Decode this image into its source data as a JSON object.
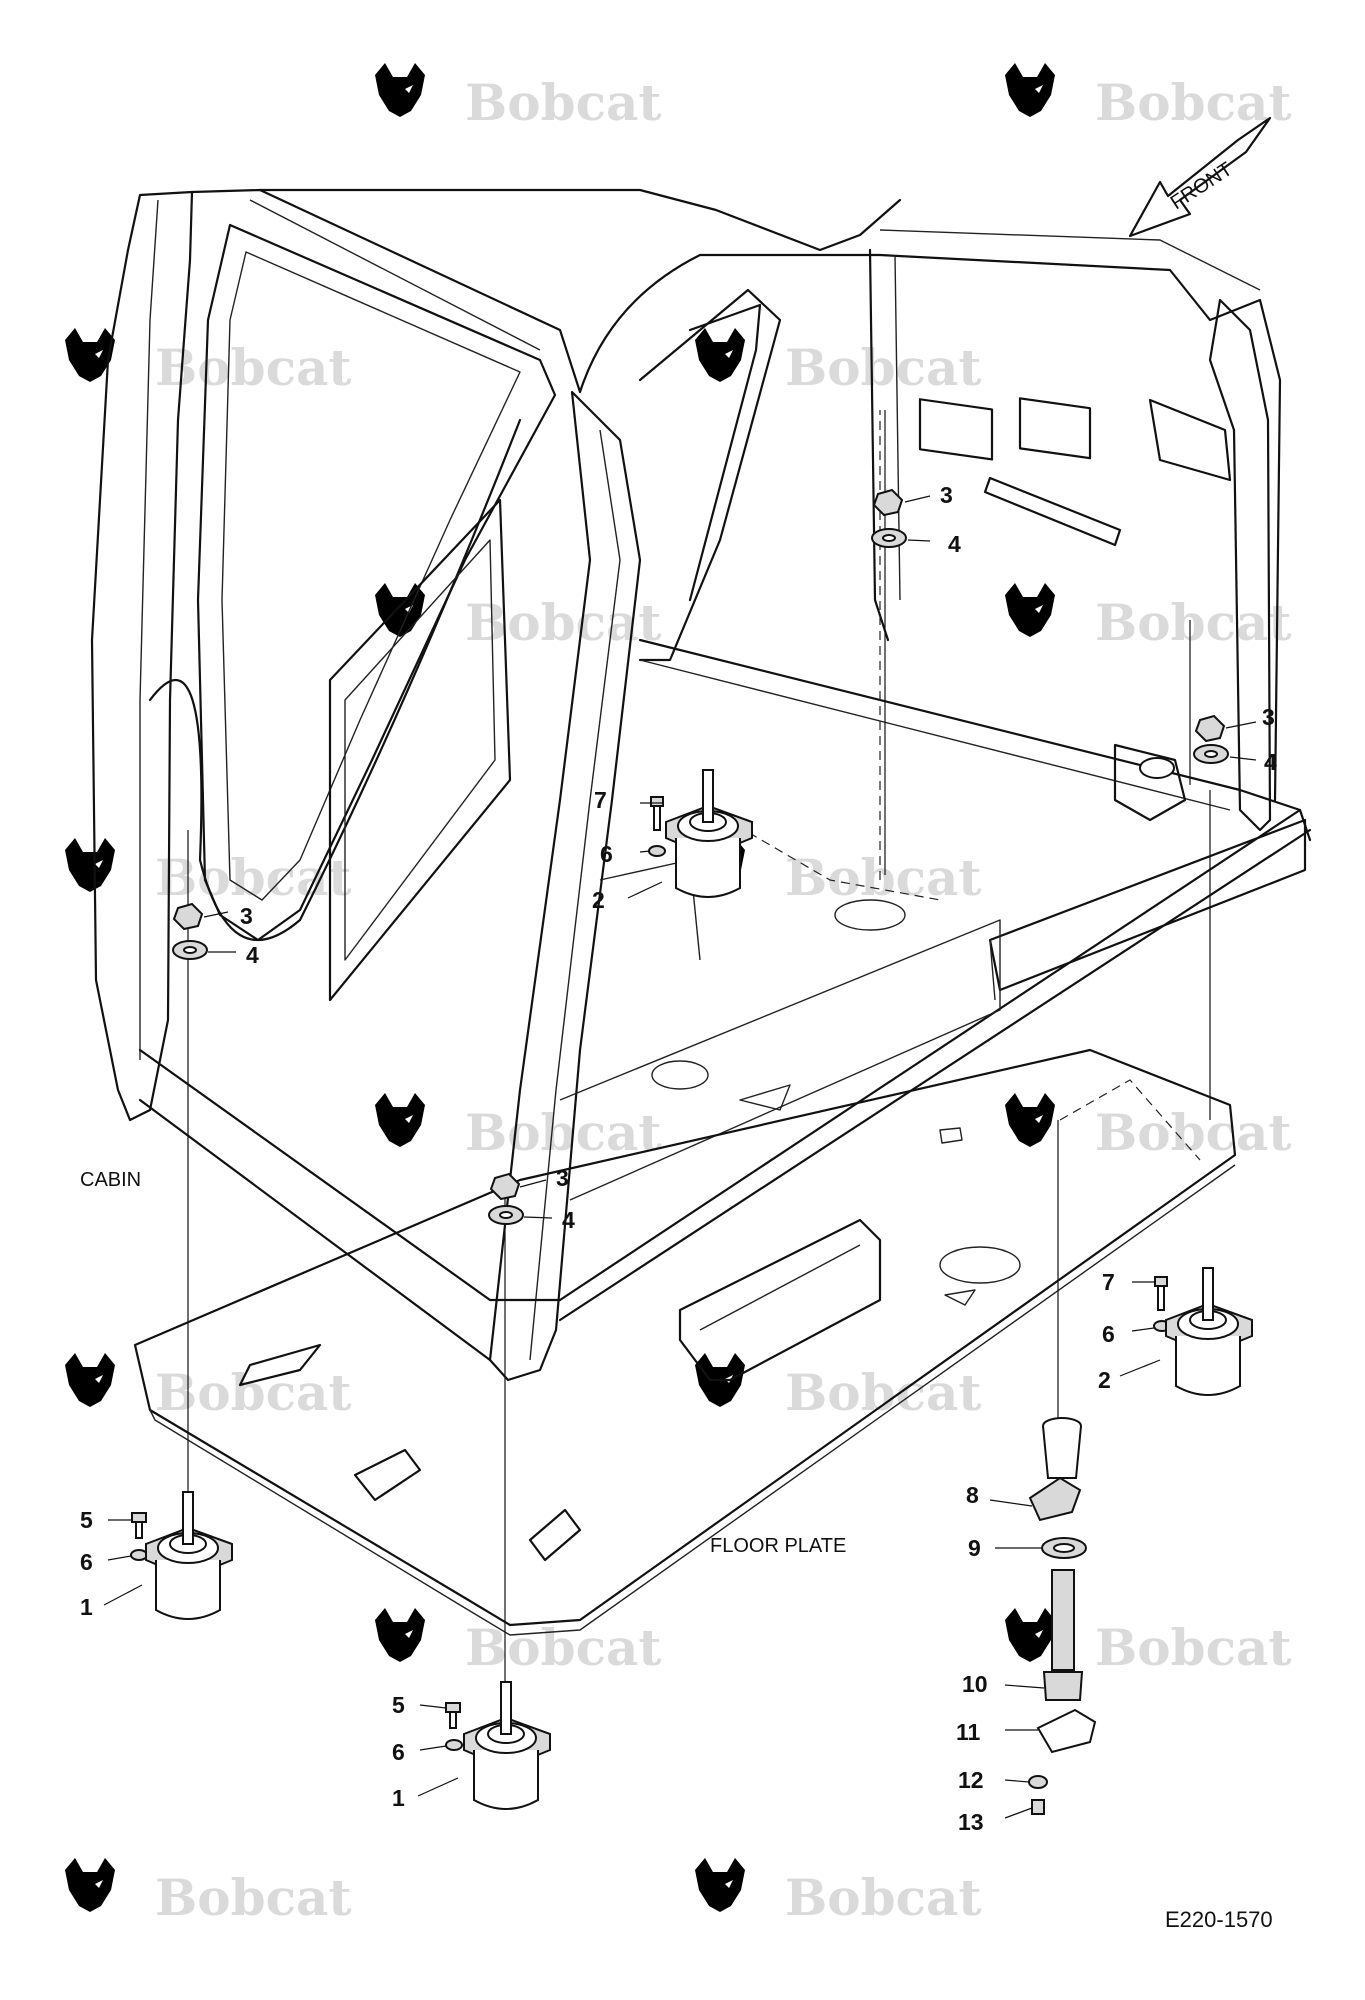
{
  "watermark": {
    "brand_text": "Bobcat"
  },
  "labels": {
    "cabin": "CABIN",
    "floor_plate": "FLOOR PLATE",
    "front_arrow": "FRONT",
    "drawing_number": "E220-1570"
  },
  "callouts": [
    {
      "id": "c3a",
      "text": "3"
    },
    {
      "id": "c4a",
      "text": "4"
    },
    {
      "id": "c3b",
      "text": "3"
    },
    {
      "id": "c4b",
      "text": "4"
    },
    {
      "id": "c7a",
      "text": "7"
    },
    {
      "id": "c6a",
      "text": "6"
    },
    {
      "id": "c2a",
      "text": "2"
    },
    {
      "id": "c3c",
      "text": "3"
    },
    {
      "id": "c4c",
      "text": "4"
    },
    {
      "id": "c3d",
      "text": "3"
    },
    {
      "id": "c4d",
      "text": "4"
    },
    {
      "id": "c7b",
      "text": "7"
    },
    {
      "id": "c6b",
      "text": "6"
    },
    {
      "id": "c2b",
      "text": "2"
    },
    {
      "id": "c5a",
      "text": "5"
    },
    {
      "id": "c6c",
      "text": "6"
    },
    {
      "id": "c1a",
      "text": "1"
    },
    {
      "id": "c5b",
      "text": "5"
    },
    {
      "id": "c6d",
      "text": "6"
    },
    {
      "id": "c1b",
      "text": "1"
    },
    {
      "id": "c8",
      "text": "8"
    },
    {
      "id": "c9",
      "text": "9"
    },
    {
      "id": "c10",
      "text": "10"
    },
    {
      "id": "c11",
      "text": "11"
    },
    {
      "id": "c12",
      "text": "12"
    },
    {
      "id": "c13",
      "text": "13"
    }
  ]
}
